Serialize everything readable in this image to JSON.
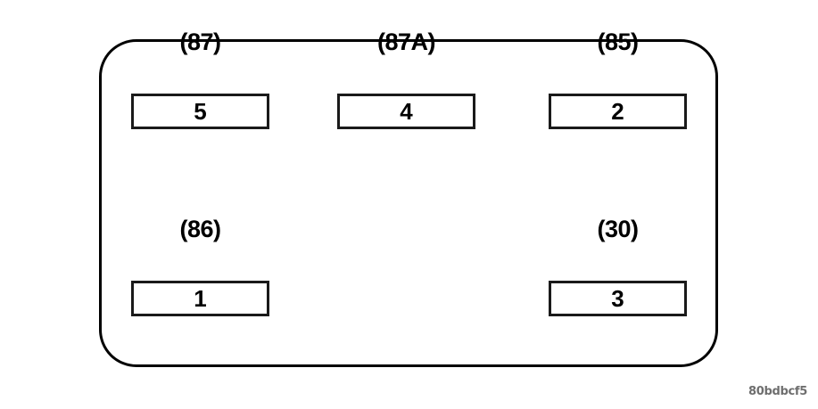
{
  "diagram": {
    "type": "relay-terminal-pinout",
    "housing": {
      "shape": "rounded-rectangle",
      "border_color": "#000000",
      "fill_color": "#ffffff"
    },
    "terminals": [
      {
        "id": "terminal-87",
        "label": "(87)",
        "pin_designation": "87",
        "number": "5",
        "column": "left",
        "row": "top"
      },
      {
        "id": "terminal-87a",
        "label": "(87A)",
        "pin_designation": "87A",
        "number": "4",
        "column": "middle",
        "row": "top"
      },
      {
        "id": "terminal-85",
        "label": "(85)",
        "pin_designation": "85",
        "number": "2",
        "column": "right",
        "row": "top"
      },
      {
        "id": "terminal-86",
        "label": "(86)",
        "pin_designation": "86",
        "number": "1",
        "column": "left",
        "row": "bottom"
      },
      {
        "id": "terminal-30",
        "label": "(30)",
        "pin_designation": "30",
        "number": "3",
        "column": "right",
        "row": "bottom"
      }
    ],
    "figure_code": "80bdbcf5"
  }
}
